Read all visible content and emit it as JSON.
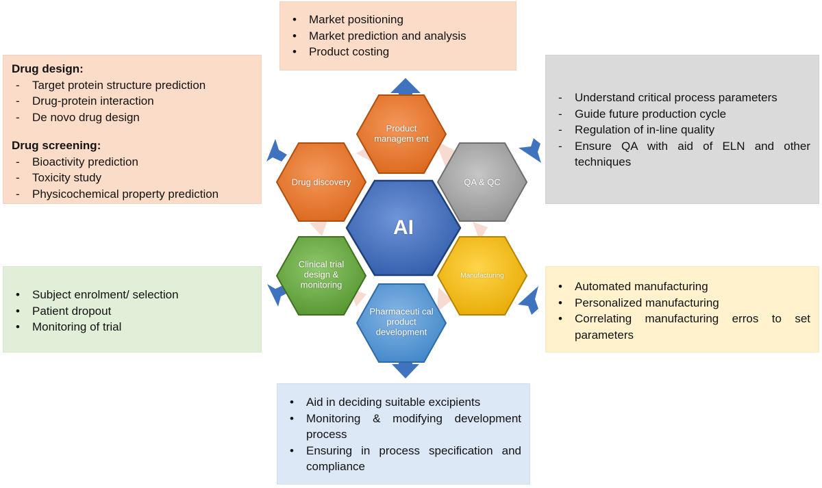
{
  "center": {
    "label": "AI"
  },
  "hexes": {
    "product_management": "Product managem ent",
    "qa_qc": "QA & QC",
    "manufacturing": "Manufacturing",
    "pharmaceutical_development": "Pharmaceuti cal product development",
    "clinical_trial": "Clinical trial design & monitoring",
    "drug_discovery": "Drug discovery"
  },
  "boxes": {
    "product_management": [
      "Market positioning",
      "Market prediction and analysis",
      "Product costing"
    ],
    "drug_discovery": {
      "heading1": "Drug design:",
      "items1": [
        "Target protein structure prediction",
        "Drug-protein interaction",
        "De novo drug design"
      ],
      "heading2": "Drug screening:",
      "items2": [
        "Bioactivity prediction",
        "Toxicity study",
        "Physicochemical property prediction"
      ]
    },
    "qa_qc": [
      "Understand critical process parameters",
      "Guide future production cycle",
      "Regulation of in-line quality",
      "Ensure QA with aid of ELN and other techniques"
    ],
    "clinical_trial": [
      "Subject enrolment/ selection",
      "Patient dropout",
      "Monitoring of trial"
    ],
    "manufacturing": [
      "Automated manufacturing",
      "Personalized manufacturing",
      "Correlating manufacturing erros to set parameters"
    ],
    "pharmaceutical_development": [
      "Aid in deciding suitable excipients",
      "Monitoring & modifying development process",
      "Ensuring in process specification and compliance"
    ]
  },
  "colors": {
    "center": "#4472c4",
    "product_management": "#ed7d31",
    "qa_qc": "#a5a5a5",
    "manufacturing": "#ffc000",
    "pharmaceutical_development": "#5b9bd5",
    "clinical_trial": "#70ad47",
    "drug_discovery": "#ed7d31",
    "arrow": "#3f73c0"
  }
}
